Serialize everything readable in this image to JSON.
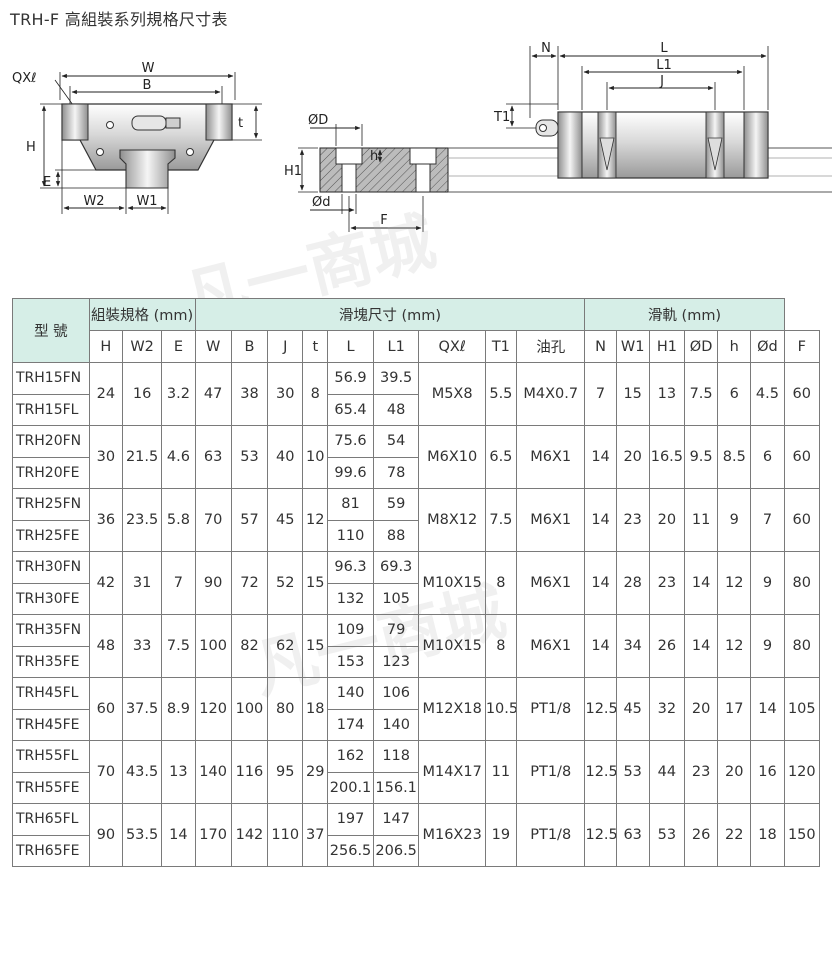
{
  "title": "TRH-F 高組裝系列規格尺寸表",
  "diagram_labels": {
    "w": "W",
    "b": "B",
    "qxl": "QXℓ",
    "h": "H",
    "t": "t",
    "e": "E",
    "w2": "W2",
    "w1": "W1",
    "od_upper": "ØD",
    "h1": "H1",
    "h_small": "h",
    "od_lower": "Ød",
    "f": "F",
    "n": "N",
    "l": "L",
    "l1": "L1",
    "j": "J",
    "t1": "T1"
  },
  "table": {
    "group_model": "型 號",
    "group_assembly": "組裝規格 (mm)",
    "group_block": "滑塊尺寸 (mm)",
    "group_rail": "滑軌 (mm)",
    "columns": [
      "H",
      "W2",
      "E",
      "W",
      "B",
      "J",
      "t",
      "L",
      "L1",
      "QXℓ",
      "T1",
      "油孔",
      "N",
      "W1",
      "H1",
      "ØD",
      "h",
      "Ød",
      "F"
    ],
    "rows": [
      {
        "models": [
          "TRH15FN",
          "TRH15FL"
        ],
        "H": "24",
        "W2": "16",
        "E": "3.2",
        "W": "47",
        "B": "38",
        "J": "30",
        "t": "8",
        "L": [
          "56.9",
          "65.4"
        ],
        "L1": [
          "39.5",
          "48"
        ],
        "QXl": "M5X8",
        "T1": "5.5",
        "oil": "M4X0.7",
        "N": "7",
        "W1": "15",
        "H1": "13",
        "OD": "7.5",
        "h": "6",
        "Od": "4.5",
        "F": "60"
      },
      {
        "models": [
          "TRH20FN",
          "TRH20FE"
        ],
        "H": "30",
        "W2": "21.5",
        "E": "4.6",
        "W": "63",
        "B": "53",
        "J": "40",
        "t": "10",
        "L": [
          "75.6",
          "99.6"
        ],
        "L1": [
          "54",
          "78"
        ],
        "QXl": "M6X10",
        "T1": "6.5",
        "oil": "M6X1",
        "N": "14",
        "W1": "20",
        "H1": "16.5",
        "OD": "9.5",
        "h": "8.5",
        "Od": "6",
        "F": "60"
      },
      {
        "models": [
          "TRH25FN",
          "TRH25FE"
        ],
        "H": "36",
        "W2": "23.5",
        "E": "5.8",
        "W": "70",
        "B": "57",
        "J": "45",
        "t": "12",
        "L": [
          "81",
          "110"
        ],
        "L1": [
          "59",
          "88"
        ],
        "QXl": "M8X12",
        "T1": "7.5",
        "oil": "M6X1",
        "N": "14",
        "W1": "23",
        "H1": "20",
        "OD": "11",
        "h": "9",
        "Od": "7",
        "F": "60"
      },
      {
        "models": [
          "TRH30FN",
          "TRH30FE"
        ],
        "H": "42",
        "W2": "31",
        "E": "7",
        "W": "90",
        "B": "72",
        "J": "52",
        "t": "15",
        "L": [
          "96.3",
          "132"
        ],
        "L1": [
          "69.3",
          "105"
        ],
        "QXl": "M10X15",
        "T1": "8",
        "oil": "M6X1",
        "N": "14",
        "W1": "28",
        "H1": "23",
        "OD": "14",
        "h": "12",
        "Od": "9",
        "F": "80"
      },
      {
        "models": [
          "TRH35FN",
          "TRH35FE"
        ],
        "H": "48",
        "W2": "33",
        "E": "7.5",
        "W": "100",
        "B": "82",
        "J": "62",
        "t": "15",
        "L": [
          "109",
          "153"
        ],
        "L1": [
          "79",
          "123"
        ],
        "QXl": "M10X15",
        "T1": "8",
        "oil": "M6X1",
        "N": "14",
        "W1": "34",
        "H1": "26",
        "OD": "14",
        "h": "12",
        "Od": "9",
        "F": "80"
      },
      {
        "models": [
          "TRH45FL",
          "TRH45FE"
        ],
        "H": "60",
        "W2": "37.5",
        "E": "8.9",
        "W": "120",
        "B": "100",
        "J": "80",
        "t": "18",
        "L": [
          "140",
          "174"
        ],
        "L1": [
          "106",
          "140"
        ],
        "QXl": "M12X18",
        "T1": "10.5",
        "oil": "PT1/8",
        "N": "12.5",
        "W1": "45",
        "H1": "32",
        "OD": "20",
        "h": "17",
        "Od": "14",
        "F": "105"
      },
      {
        "models": [
          "TRH55FL",
          "TRH55FE"
        ],
        "H": "70",
        "W2": "43.5",
        "E": "13",
        "W": "140",
        "B": "116",
        "J": "95",
        "t": "29",
        "L": [
          "162",
          "200.1"
        ],
        "L1": [
          "118",
          "156.1"
        ],
        "QXl": "M14X17",
        "T1": "11",
        "oil": "PT1/8",
        "N": "12.5",
        "W1": "53",
        "H1": "44",
        "OD": "23",
        "h": "20",
        "Od": "16",
        "F": "120"
      },
      {
        "models": [
          "TRH65FL",
          "TRH65FE"
        ],
        "H": "90",
        "W2": "53.5",
        "E": "14",
        "W": "170",
        "B": "142",
        "J": "110",
        "t": "37",
        "L": [
          "197",
          "256.5"
        ],
        "L1": [
          "147",
          "206.5"
        ],
        "QXl": "M16X23",
        "T1": "19",
        "oil": "PT1/8",
        "N": "12.5",
        "W1": "63",
        "H1": "53",
        "OD": "26",
        "h": "22",
        "Od": "18",
        "F": "150"
      }
    ]
  },
  "watermark": "凡一商城"
}
